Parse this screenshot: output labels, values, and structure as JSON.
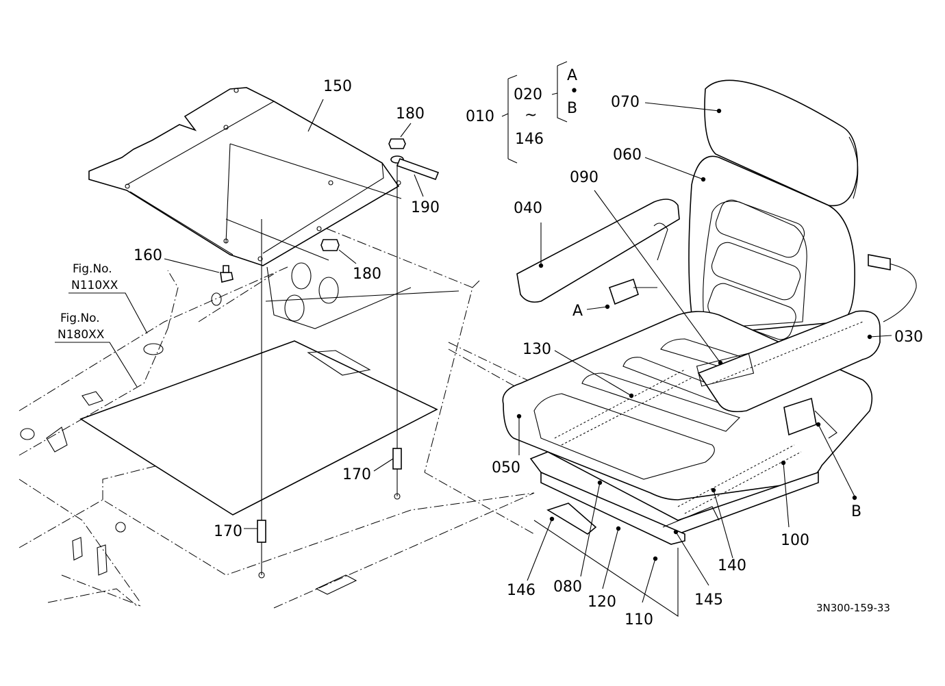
{
  "figure": {
    "drawing_code": "3N300-159-33",
    "references": [
      {
        "fig_label": "Fig.No.",
        "fig_number": "N110XX"
      },
      {
        "fig_label": "Fig.No.",
        "fig_number": "N180XX"
      }
    ],
    "assembly_bracket": {
      "parent": "010",
      "range_start": "020",
      "range_tilde": "~",
      "range_end": "146",
      "variant_a": "A",
      "variant_dot": "•",
      "variant_b": "B"
    },
    "callouts": {
      "p150": "150",
      "p180_top": "180",
      "p190": "190",
      "p160": "160",
      "p180_mid": "180",
      "p170_right": "170",
      "p170_left": "170",
      "p070": "070",
      "p060": "060",
      "p090": "090",
      "p040": "040",
      "pA": "A",
      "p030": "030",
      "p130": "130",
      "p050": "050",
      "pB": "B",
      "p100": "100",
      "p140": "140",
      "p145": "145",
      "p146": "146",
      "p080": "080",
      "p120": "120",
      "p110": "110"
    }
  }
}
